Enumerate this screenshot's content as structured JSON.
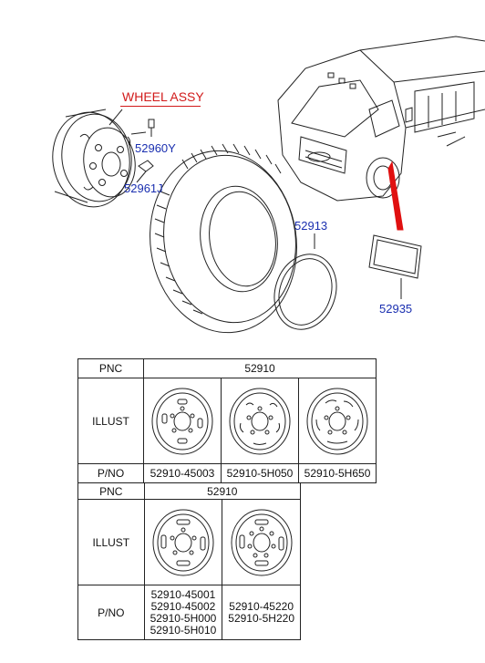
{
  "diagram": {
    "wheel_assy_label": "WHEEL ASSY",
    "callouts": {
      "valve": "52960Y",
      "nut": "52961J",
      "ring": "52913",
      "plate": "52935"
    }
  },
  "table1": {
    "row_labels": {
      "pnc": "PNC",
      "illust": "ILLUST",
      "pno": "P/NO"
    },
    "pnc": "52910",
    "part_numbers": [
      "52910-45003",
      "52910-5H050",
      "52910-5H650"
    ]
  },
  "table2": {
    "row_labels": {
      "pnc": "PNC",
      "illust": "ILLUST",
      "pno": "P/NO"
    },
    "pnc": "52910",
    "part_numbers": [
      [
        "52910-45001",
        "52910-45002",
        "52910-5H000",
        "52910-5H010"
      ],
      [
        "52910-45220",
        "52910-5H220"
      ]
    ]
  },
  "colors": {
    "label_blue": "#1a2fb0",
    "header_red": "#d11a1a",
    "arrow_red": "#e01010"
  }
}
